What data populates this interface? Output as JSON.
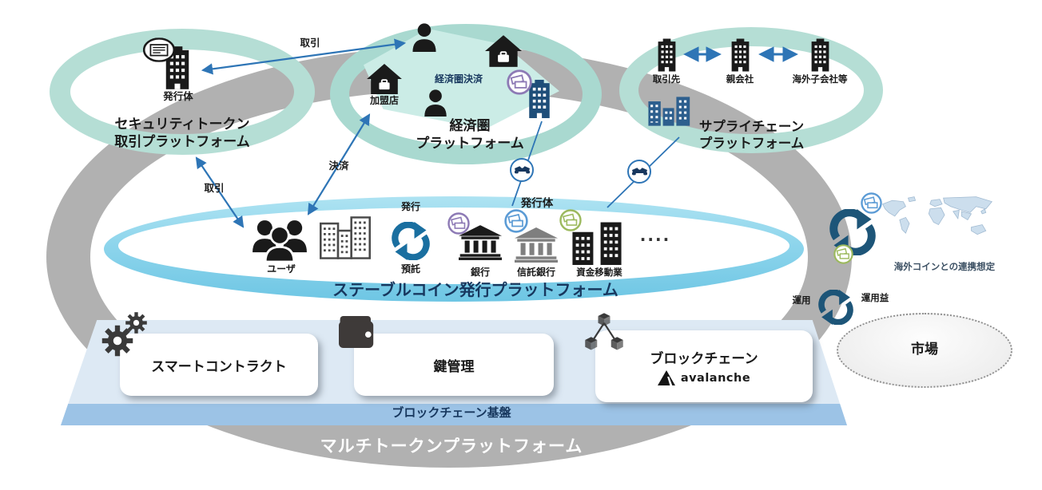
{
  "platforms": {
    "security_token": {
      "title1": "セキュリティトークン",
      "title2": "取引プラットフォーム",
      "issuer_label": "発行体"
    },
    "economic_zone": {
      "title1": "経済圏",
      "title2": "プラットフォーム",
      "merchant_label": "加盟店",
      "payment_label": "経済圏決済"
    },
    "supply_chain": {
      "title1": "サプライチェーン",
      "title2": "プラットフォーム",
      "partner_label": "取引先",
      "parent_label": "親会社",
      "overseas_label": "海外子会社等"
    },
    "stablecoin": {
      "title": "ステーブルコイン発行プラットフォーム",
      "user_label": "ユーザ",
      "issue_label": "発行",
      "deposit_label": "預託",
      "bank_label": "銀行",
      "trust_bank_label": "信託銀行",
      "funds_transfer_label": "資金移動業",
      "issuer_label": "発行体",
      "more_dots": "····"
    }
  },
  "flows": {
    "trade_label": "取引",
    "settlement_label": "決済"
  },
  "overseas_linkage": {
    "note": "海外コインとの連携想定",
    "operation_label": "運用",
    "operation_profit_label": "運用益",
    "market_label": "市場"
  },
  "infrastructure": {
    "smart_contract_label": "スマートコントラクト",
    "key_management_label": "鍵管理",
    "blockchain_label": "ブロックチェーン",
    "avalanche_label": "avalanche",
    "base_label": "ブロックチェーン基盤"
  },
  "footer": {
    "title": "マルチトークンプラットフォーム"
  },
  "colors": {
    "arrow_blue": "#2e75b6",
    "teal_ring": "#b5ded5",
    "band_blue": "#8ed5ec",
    "navy": "#17375e",
    "gray_ring": "#b1b1b1",
    "coin_purple": "#8d7ab5",
    "coin_blue": "#5b9bd5",
    "coin_green": "#9cb95e",
    "building_blue": "#1f4e79"
  }
}
